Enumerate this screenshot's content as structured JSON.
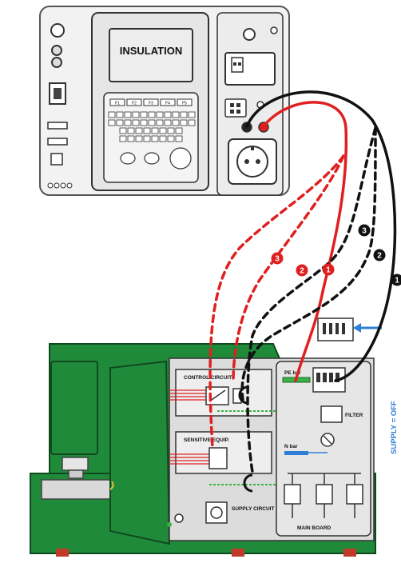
{
  "instrument": {
    "display_text": "INSULATION",
    "function_keys": [
      "F1",
      "F2",
      "F3",
      "F4",
      "F5"
    ]
  },
  "wire_markers": [
    {
      "id": "1",
      "color": "#e02020"
    },
    {
      "id": "2",
      "color": "#e02020"
    },
    {
      "id": "3",
      "color": "#e02020"
    },
    {
      "id": "1",
      "color": "#111111"
    },
    {
      "id": "2",
      "color": "#111111"
    },
    {
      "id": "3",
      "color": "#111111"
    }
  ],
  "supply_label": "SUPPLY = OFF",
  "machine": {
    "control_circuit": "CONTROL CIRCUIT",
    "sensitive_equip": "SENSITIVE EQUIP.",
    "supply_circuit": "SUPPLY CIRCUIT",
    "pe_bar": "PE bar",
    "filter": "FILTER",
    "n_bar": "N bar",
    "main_board": "MAIN BOARD"
  },
  "colors": {
    "machine_green": "#1f8a3a",
    "red_wire": "#e02020",
    "black_wire": "#111111",
    "arrow_blue": "#2f7fd6"
  }
}
